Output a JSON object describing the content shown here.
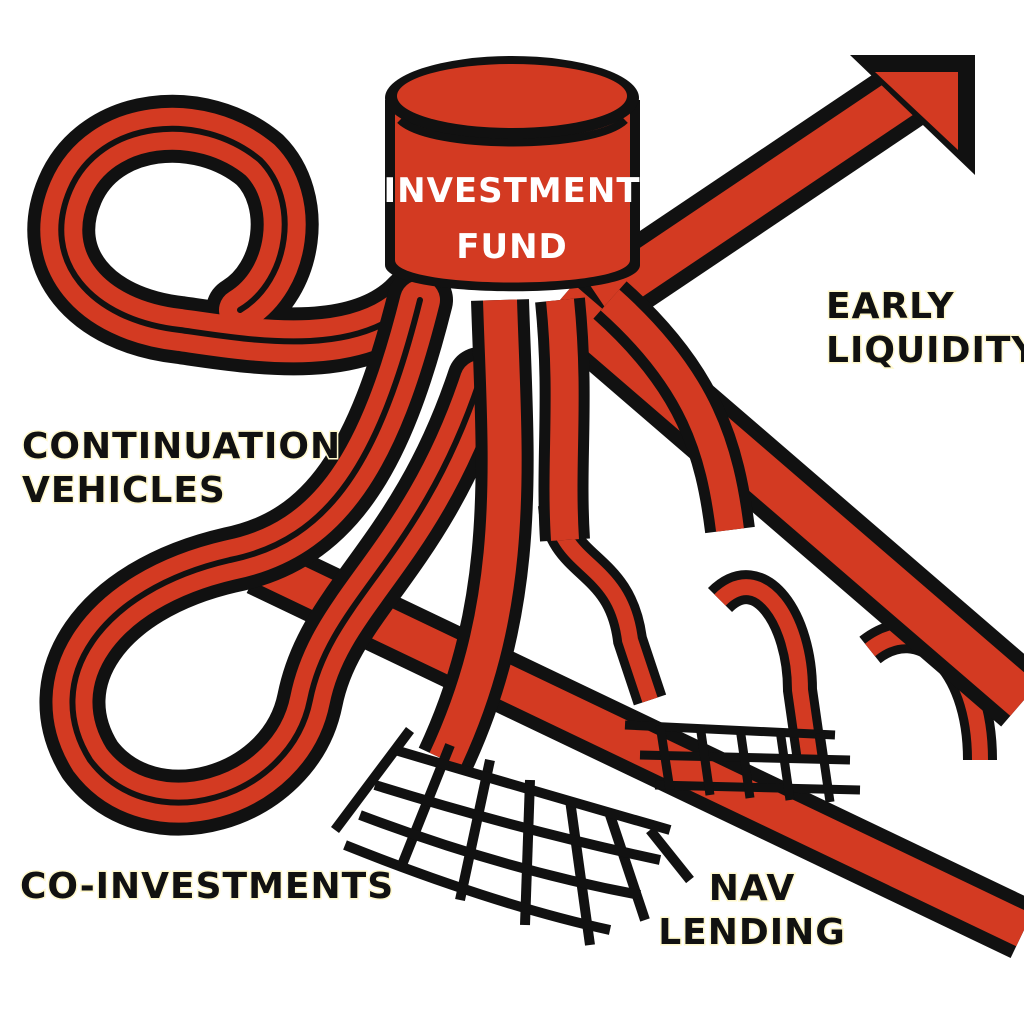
{
  "diagram": {
    "center": {
      "line1": "INVESTMENT",
      "line2": "FUND"
    },
    "labels": {
      "early_liquidity": {
        "line1": "EARLY",
        "line2": "LIQUIDITY"
      },
      "continuation_vehicles": {
        "line1": "CONTINUATION",
        "line2": "VEHICLES"
      },
      "co_investments": {
        "line1": "CO-INVESTMENTS"
      },
      "nav_lending": {
        "line1": "NAV",
        "line2": "LENDING"
      }
    },
    "colors": {
      "red": "#d33a22",
      "black": "#111111",
      "white": "#ffffff",
      "label_halo": "#fff8cc"
    }
  }
}
